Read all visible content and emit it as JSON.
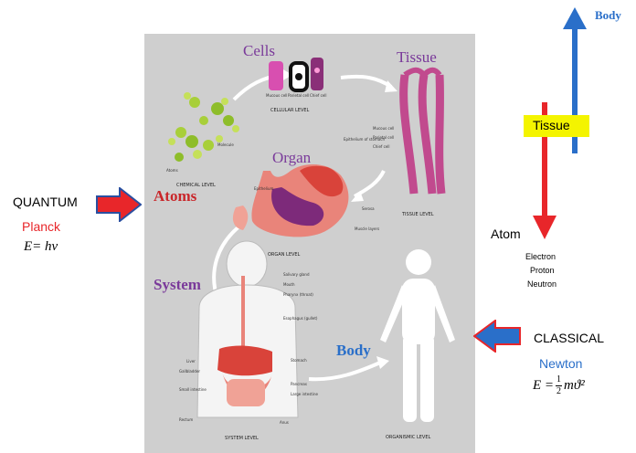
{
  "left": {
    "quantum": "QUANTUM",
    "planck": "Planck",
    "equation": "E= hv"
  },
  "right": {
    "body_top": "Body",
    "tissue": "Tissue",
    "atom": "Atom",
    "particles": [
      "Electron",
      "Proton",
      "Neutron"
    ],
    "classical": "CLASSICAL",
    "newton": "Newton",
    "equation_lhs": "E =",
    "equation_frac_num": "1",
    "equation_frac_den": "2",
    "equation_rhs": "mϑ²"
  },
  "panel": {
    "cells": "Cells",
    "tissue": "Tissue",
    "atoms": "Atoms",
    "organ": "Organ",
    "system": "System",
    "body": "Body",
    "cell_types": [
      "Mucous cell",
      "Parietal cell",
      "Chief cell"
    ],
    "cellular_level": "CELLULAR LEVEL",
    "atoms_label": "Atoms",
    "molecule_label": "Molecule",
    "chemical_level": "CHEMICAL LEVEL",
    "tissue_labels": [
      "Mucous cell",
      "Parietal cell",
      "Chief cell",
      "Epithelium of stomach"
    ],
    "tissue_level": "TISSUE LEVEL",
    "organ_labels": [
      "Epithelium",
      "Serosa",
      "Muscle layers"
    ],
    "organ_level": "ORGAN LEVEL",
    "system_labels_right": [
      "Salivary gland",
      "Mouth",
      "Pharynx (throat)",
      "Esophagus (gullet)",
      "Stomach",
      "Pancreas",
      "Large intestine",
      "Anus"
    ],
    "system_labels_left": [
      "Liver",
      "Gallbladder",
      "Small intestine",
      "Rectum"
    ],
    "system_level": "SYSTEM LEVEL",
    "organismic_level": "ORGANISMIC LEVEL"
  },
  "colors": {
    "red": "#e8262a",
    "blue": "#2a6fc9",
    "purple": "#7a3a9a",
    "yellow": "#f4f400"
  }
}
